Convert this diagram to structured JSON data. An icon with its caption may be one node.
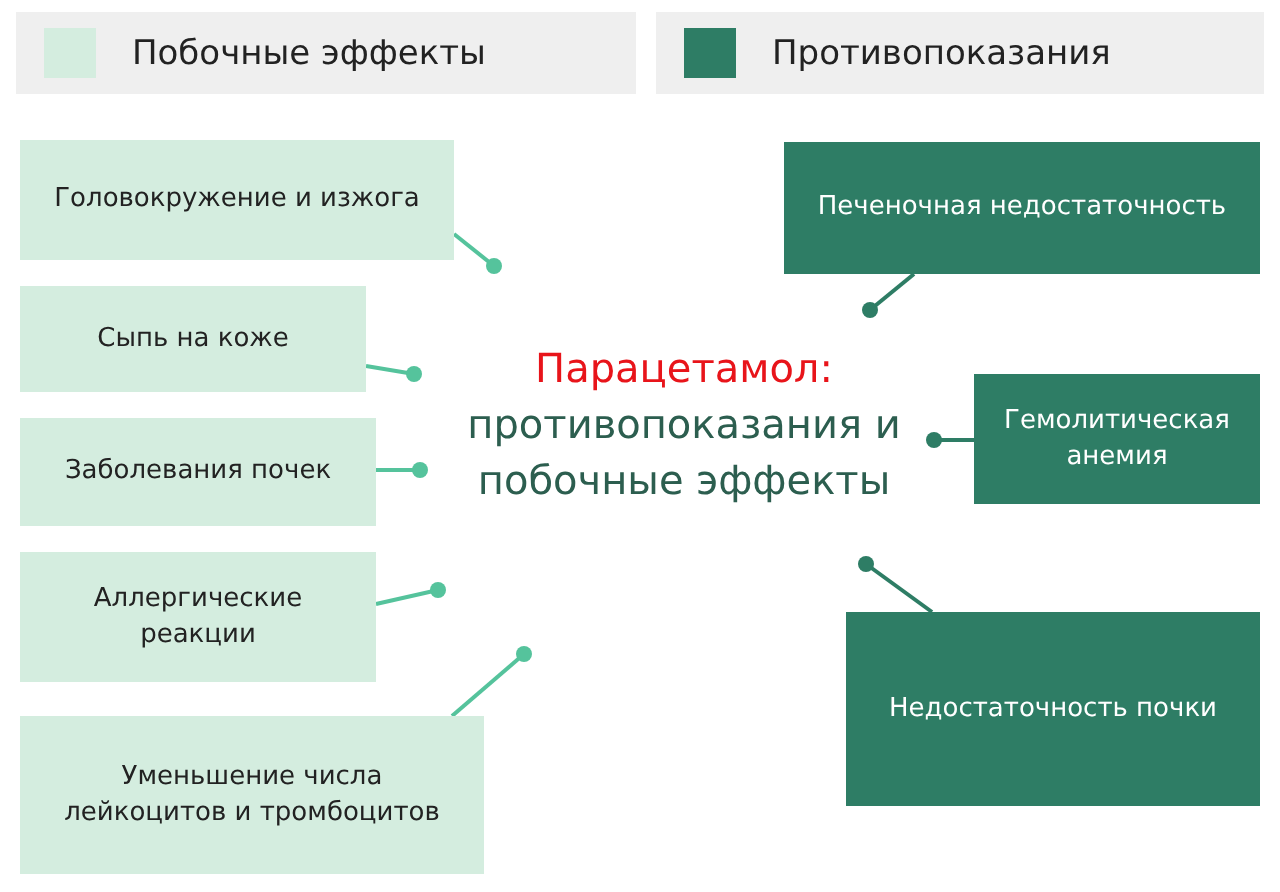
{
  "diagram": {
    "nodes": [
      {
        "text": [
          "Головокружение и изжога"
        ]
      },
      {
        "text": [
          "Сыпь на коже"
        ]
      },
      {
        "text": [
          "Заболевания почек"
        ]
      },
      {
        "text": [
          "Аллергические реакции"
        ]
      },
      {
        "text": [
          "Уменьшение числа лейкоцитов и тромбоцитов"
        ]
      },
      {
        "text": [
          "Печеночная недостаточность"
        ]
      },
      {
        "text": [
          "Гемолитическая анемия"
        ]
      },
      {
        "text": [
          "Недостаточность почки"
        ]
      }
    ],
    "edges": [
      {
        "from": 0,
        "to": null,
        "arrow": "other"
      },
      {
        "from": 1,
        "to": null,
        "arrow": "other"
      },
      {
        "from": 2,
        "to": null,
        "arrow": "other"
      },
      {
        "from": 3,
        "to": null,
        "arrow": "other"
      },
      {
        "from": 4,
        "to": null,
        "arrow": "other"
      },
      {
        "from": 5,
        "to": null,
        "arrow": "other",
        "color": "#2e7d65"
      },
      {
        "from": 6,
        "to": null,
        "arrow": "other",
        "color": "#2e7d65"
      },
      {
        "from": 7,
        "to": null,
        "arrow": "other",
        "color": "#2e7d65"
      }
    ],
    "labels": [
      "Парацетамол:",
      "противопоказания и побочные эффекты"
    ],
    "legend": [
      {
        "text": "Побочные эффекты",
        "color": "#d4eddf"
      },
      {
        "text": "Противопоказания",
        "color": "#2e7d65"
      }
    ]
  }
}
